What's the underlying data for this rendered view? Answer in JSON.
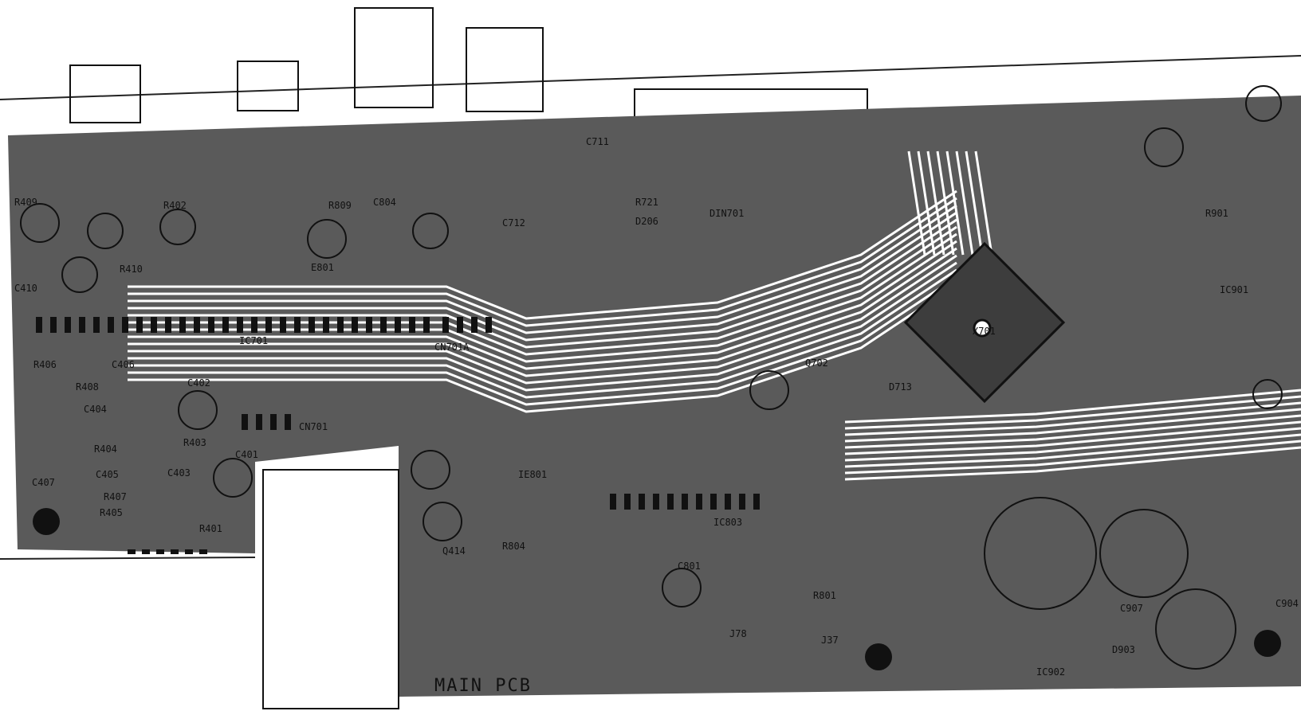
{
  "board": {
    "title": "MAIN PCB",
    "colors": {
      "copper": "#5a5a5a",
      "background": "#ffffff",
      "ink": "#111111"
    }
  },
  "components": [
    {
      "id": "R409"
    },
    {
      "id": "R402"
    },
    {
      "id": "C401"
    },
    {
      "id": "R410"
    },
    {
      "id": "C410"
    },
    {
      "id": "C406"
    },
    {
      "id": "C405"
    },
    {
      "id": "C407"
    },
    {
      "id": "R404"
    },
    {
      "id": "R407"
    },
    {
      "id": "R405"
    },
    {
      "id": "R401"
    },
    {
      "id": "C402"
    },
    {
      "id": "R403"
    },
    {
      "id": "R408"
    },
    {
      "id": "C404"
    },
    {
      "id": "R406"
    },
    {
      "id": "C403"
    },
    {
      "id": "R809"
    },
    {
      "id": "C804"
    },
    {
      "id": "E801"
    },
    {
      "id": "Q414"
    },
    {
      "id": "CN701"
    },
    {
      "id": "CN701A"
    },
    {
      "id": "IC701"
    },
    {
      "id": "C712"
    },
    {
      "id": "C711"
    },
    {
      "id": "R721"
    },
    {
      "id": "D206"
    },
    {
      "id": "DIN701"
    },
    {
      "id": "IE801"
    },
    {
      "id": "IC803"
    },
    {
      "id": "R804"
    },
    {
      "id": "C801"
    },
    {
      "id": "R801"
    },
    {
      "id": "J78"
    },
    {
      "id": "J37"
    },
    {
      "id": "C907"
    },
    {
      "id": "IC901"
    },
    {
      "id": "D903"
    },
    {
      "id": "C904"
    },
    {
      "id": "R901"
    },
    {
      "id": "IC902"
    },
    {
      "id": "Q702"
    },
    {
      "id": "X701"
    },
    {
      "id": "D713"
    }
  ]
}
